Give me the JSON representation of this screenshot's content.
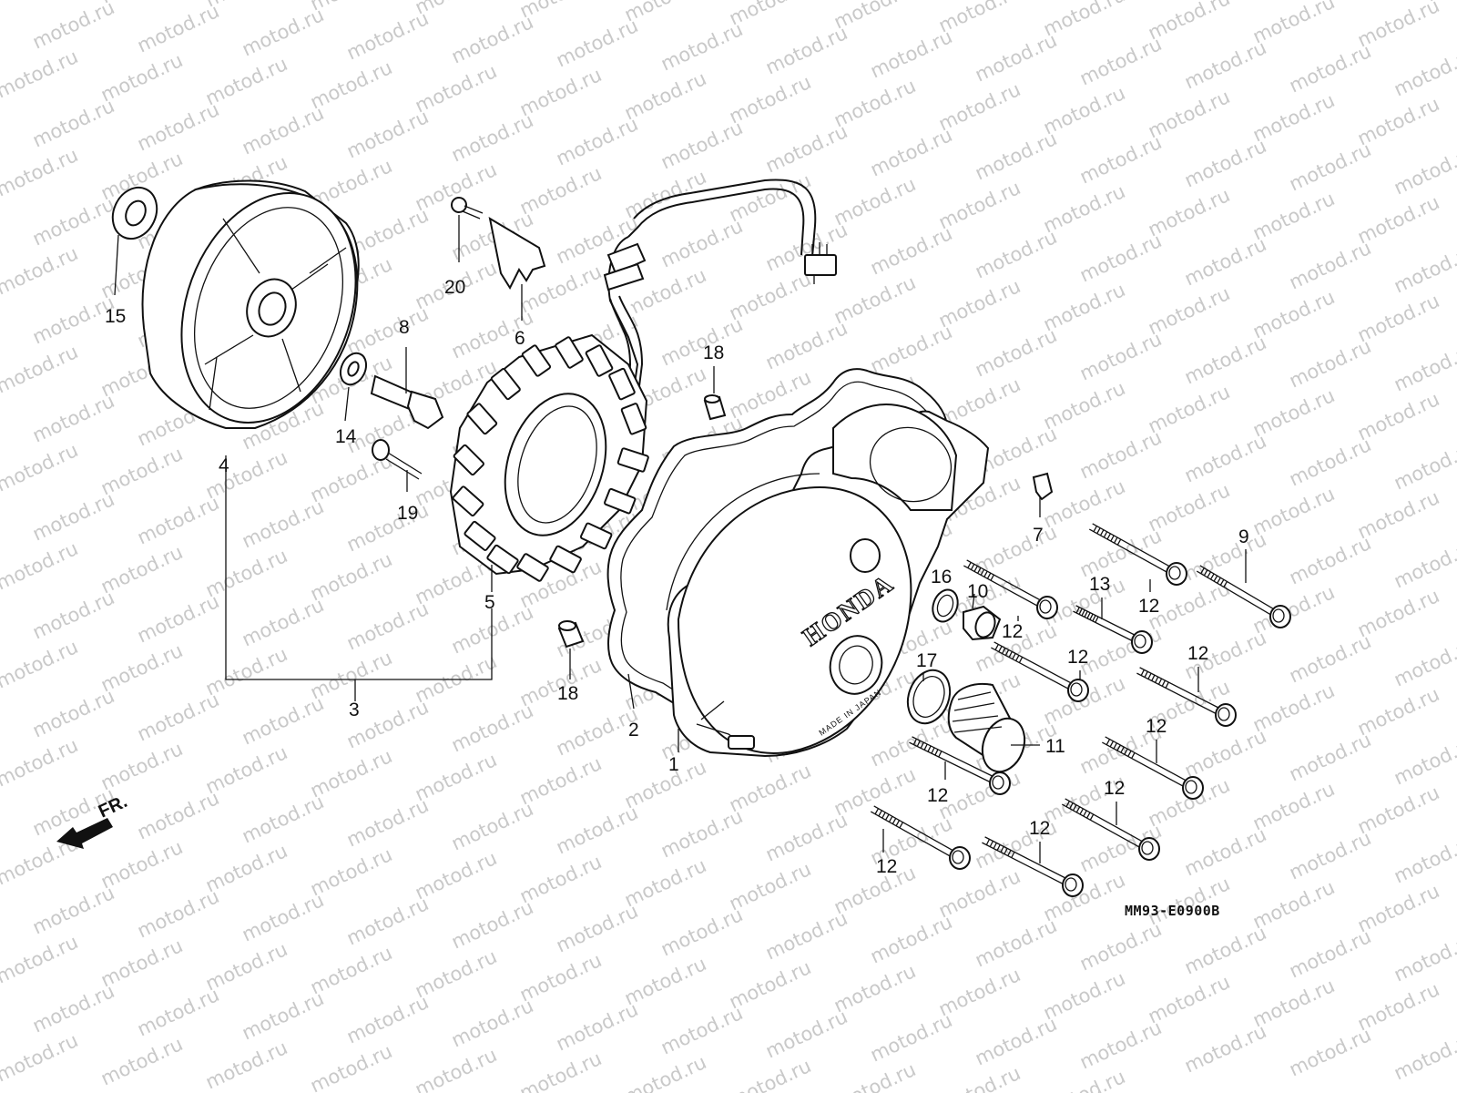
{
  "diagram": {
    "watermark_text": "motod.ru",
    "drawing_code": "MM93-E0900B",
    "direction_label": "FR.",
    "cover_brand": "HONDA",
    "cover_origin": "MADE IN JAPAN",
    "callouts": [
      "1",
      "2",
      "3",
      "4",
      "5",
      "6",
      "7",
      "8",
      "9",
      "10",
      "11",
      "12",
      "13",
      "14",
      "15",
      "16",
      "17",
      "18",
      "19",
      "20"
    ]
  }
}
